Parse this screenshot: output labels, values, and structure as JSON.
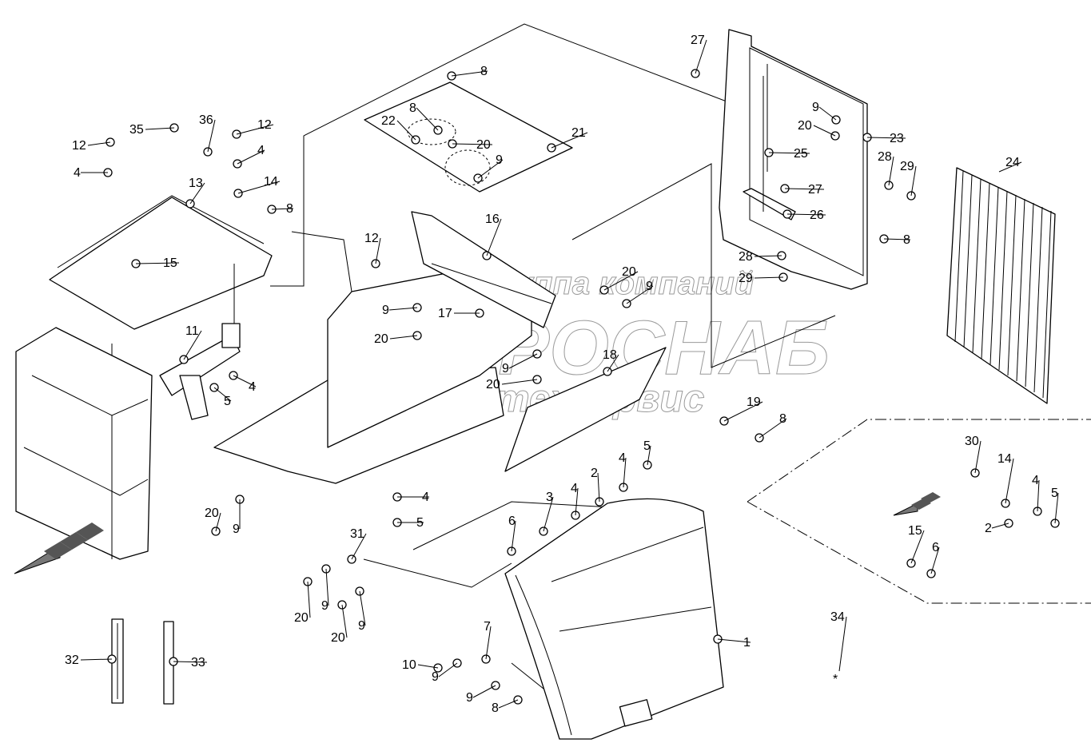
{
  "diagram": {
    "type": "exploded parts diagram",
    "watermark": {
      "line1": "группа компаний",
      "line2": "АГРОСНАБ",
      "line3": "техсервис"
    },
    "callouts": [
      "27",
      "9",
      "20",
      "23",
      "28",
      "29",
      "25",
      "27",
      "26",
      "8",
      "28",
      "29",
      "24",
      "8",
      "8",
      "22",
      "20",
      "9",
      "21",
      "35",
      "36",
      "12",
      "12",
      "4",
      "4",
      "13",
      "14",
      "8",
      "15",
      "12",
      "16",
      "20",
      "9",
      "9",
      "17",
      "20",
      "18",
      "9",
      "20",
      "11",
      "4",
      "5",
      "19",
      "8",
      "30",
      "14",
      "4",
      "5",
      "2",
      "15",
      "6",
      "5",
      "4",
      "2",
      "4",
      "3",
      "6",
      "5",
      "4",
      "20",
      "9",
      "31",
      "20",
      "9",
      "20",
      "9",
      "7",
      "10",
      "9",
      "9",
      "8",
      "1",
      "32",
      "33",
      "34"
    ],
    "asterisk": "*"
  }
}
